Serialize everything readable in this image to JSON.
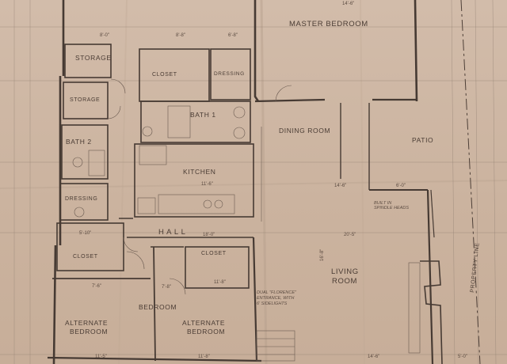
{
  "rooms": {
    "master_bedroom": "MASTER BEDROOM",
    "storage_top": "STORAGE",
    "storage_mid": "STORAGE",
    "closet_top": "CLOSET",
    "dressing_top": "DRESSING",
    "bath_1": "BATH 1",
    "bath_2": "BATH 2",
    "dining_room": "DINING ROOM",
    "patio": "PATIO",
    "kitchen": "KITCHEN",
    "dressing_left": "DRESSING",
    "hall": "H A L L",
    "closet_left": "CLOSET",
    "closet_hall": "CLOSET",
    "living": "LIVING",
    "room": "ROOM",
    "bedroom": "BEDROOM",
    "alternate_1": "ALTERNATE",
    "bedroom_1": "BEDROOM",
    "alternate_2": "ALTERNATE",
    "bedroom_2": "BEDROOM",
    "property_line": "PROPERTY LINE"
  },
  "dimensions": {
    "d_top_1": "8'-0\"",
    "d_top_2": "8'-8\"",
    "d_top_3": "6'-8\"",
    "d_top_4": "14'-6\"",
    "d_kitchen": "11'-6\"",
    "d_dining": "14'-6\"",
    "d_patio": "6'-0\"",
    "d_living_w": "20'-5\"",
    "d_hall": "18'-0\"",
    "d_closet_left": "5'-10\"",
    "d_alt1": "7'-6\"",
    "d_alt2": "7'-8\"",
    "d_alt3": "11'-8\"",
    "d_bottom_1": "11'-5\"",
    "d_bottom_2": "11'-8\"",
    "d_bottom_3": "14'-6\"",
    "d_living_h": "16'-8\"",
    "d_right_1": "5'-0\""
  },
  "notes": {
    "entrance_1": "DUAL \"FLORENCE\"",
    "entrance_2": "ENTRANCE, WITH",
    "entrance_3": "6' SIDELIGHTS",
    "built_in_1": "BUILT IN",
    "built_in_2": "SPINDLE HEADS"
  }
}
